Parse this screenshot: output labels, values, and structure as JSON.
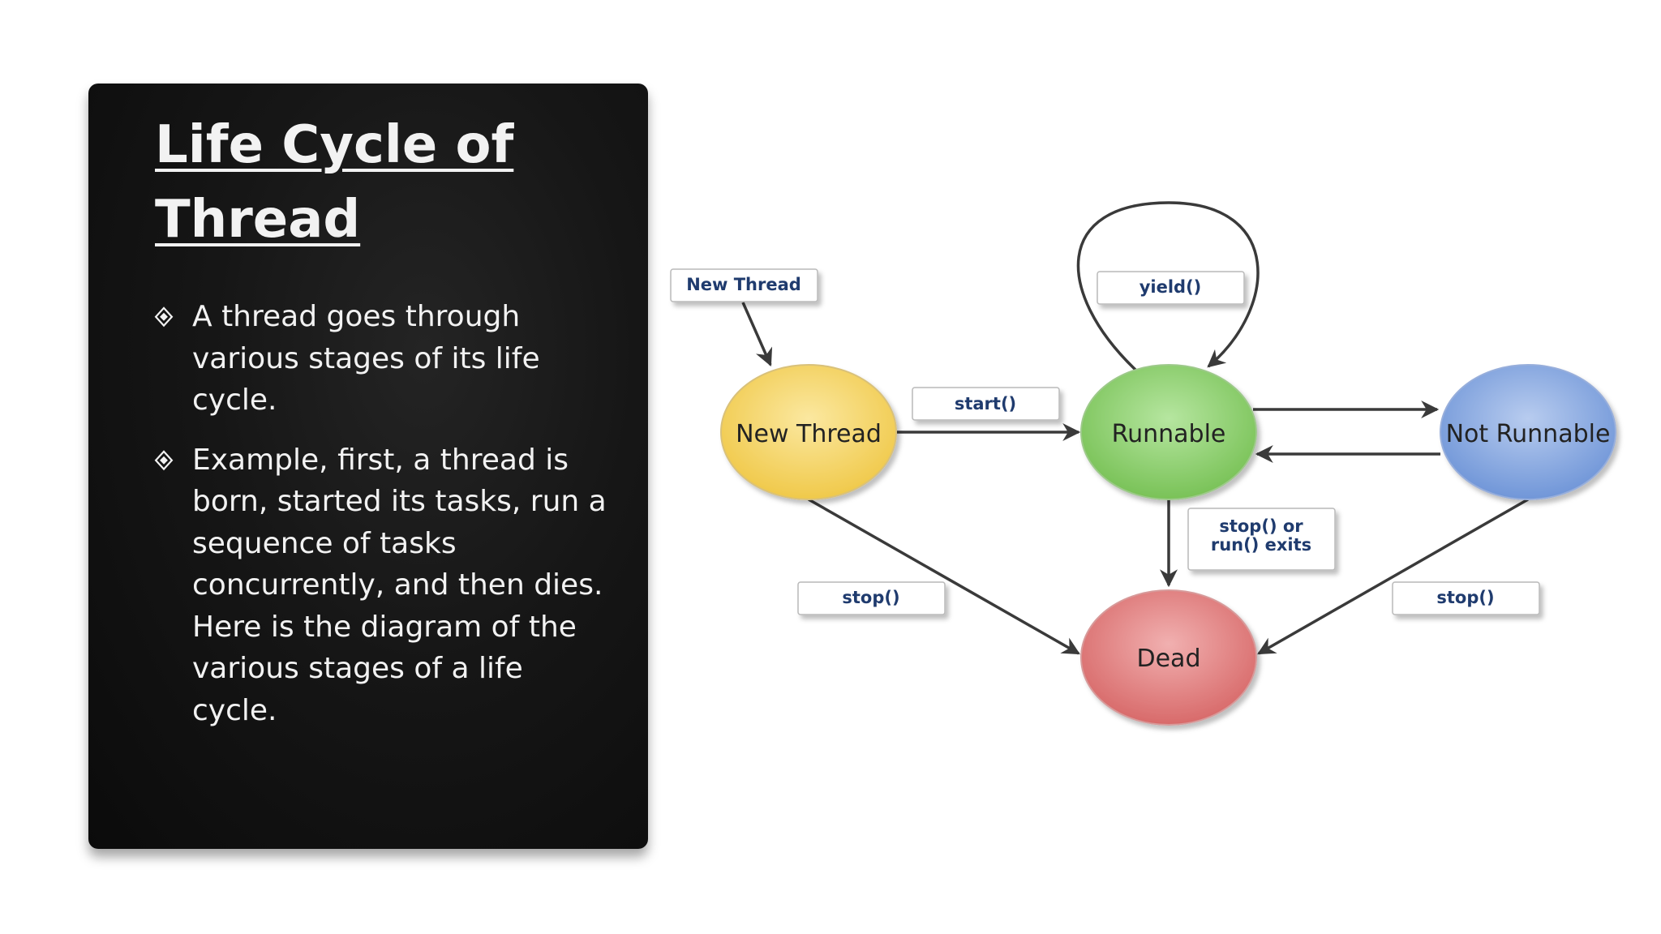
{
  "slide": {
    "title_line1": "Life Cycle of",
    "title_line2": "Thread",
    "bullets": [
      {
        "lines": [
          "A thread goes through",
          "various stages of its life",
          "cycle."
        ]
      },
      {
        "lines": [
          "Example, first, a thread is",
          "born, started its tasks, run a",
          "sequence of tasks",
          "concurrently, and then dies.",
          "Here is the diagram of the",
          "various stages of a life cycle."
        ]
      }
    ],
    "bullet_icon": "diamond-bullet-icon"
  },
  "diagram": {
    "states": {
      "new_thread": "New Thread",
      "runnable": "Runnable",
      "not_runnable": "Not Runnable",
      "dead": "Dead"
    },
    "transitions": {
      "new_thread": "New Thread",
      "yield": "yield()",
      "start": "start()",
      "stop_or_exit_line1": "stop() or",
      "stop_or_exit_line2": "run() exits",
      "stop_left": "stop()",
      "stop_right": "stop()"
    },
    "colors": {
      "new_thread": "#f5d66a",
      "runnable": "#8fd16f",
      "not_runnable": "#88a9df",
      "dead": "#e38585",
      "label_text": "#1f3b6e",
      "arrow": "#4a4a4a"
    }
  }
}
